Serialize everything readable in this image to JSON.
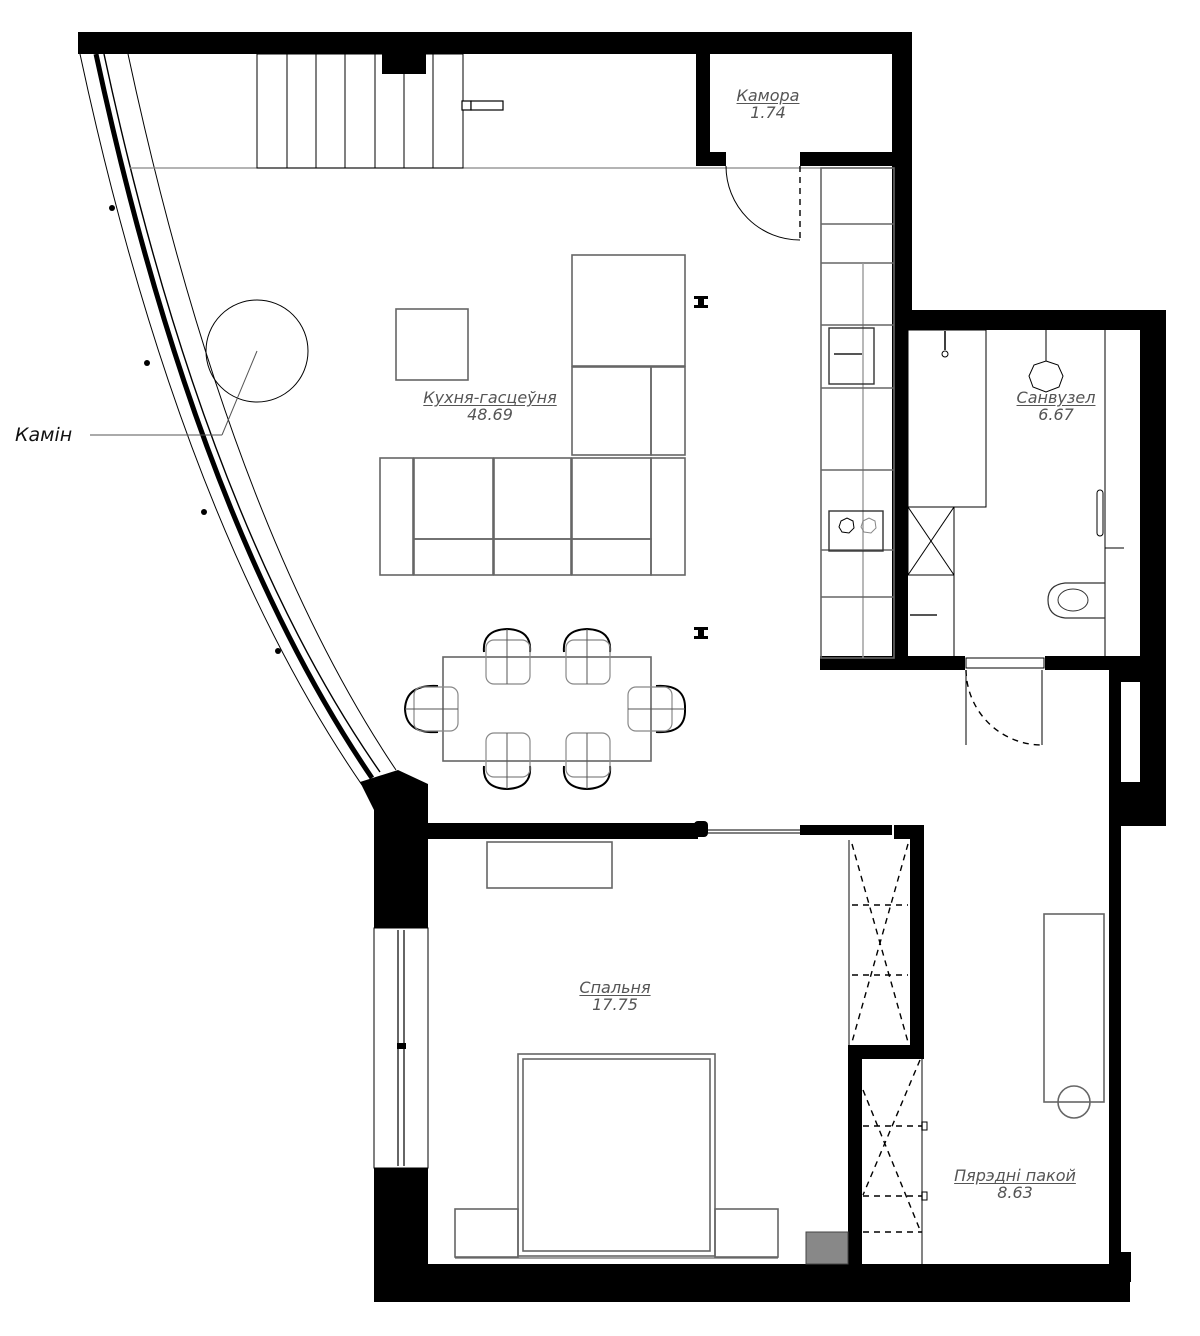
{
  "plan": {
    "type": "floor-plan",
    "wall_color": "#000000",
    "furniture_stroke": "#666666",
    "background": "#ffffff",
    "rooms": [
      {
        "id": "storage",
        "name": "Камора",
        "area": "1.74"
      },
      {
        "id": "kitchen-living",
        "name": "Кухня-гасцеўня",
        "area": "48.69"
      },
      {
        "id": "bathroom",
        "name": "Санвузел",
        "area": "6.67"
      },
      {
        "id": "bedroom",
        "name": "Спальня",
        "area": "17.75"
      },
      {
        "id": "hallway",
        "name": "Пярэдні пакой",
        "area": "8.63"
      }
    ],
    "callouts": [
      {
        "id": "fireplace",
        "label": "Камін"
      }
    ],
    "furniture": {
      "dining_table_chairs": 6,
      "sofa_sections": "L-shaped corner sofa",
      "kitchen_counter": "linear with sink and 2-burner hob",
      "bedroom": "double bed with two nightstands, TV unit",
      "bathroom": "toilet, shower, washing machine, towel rail",
      "hallway": "bench with stool, built-in wardrobes"
    }
  }
}
